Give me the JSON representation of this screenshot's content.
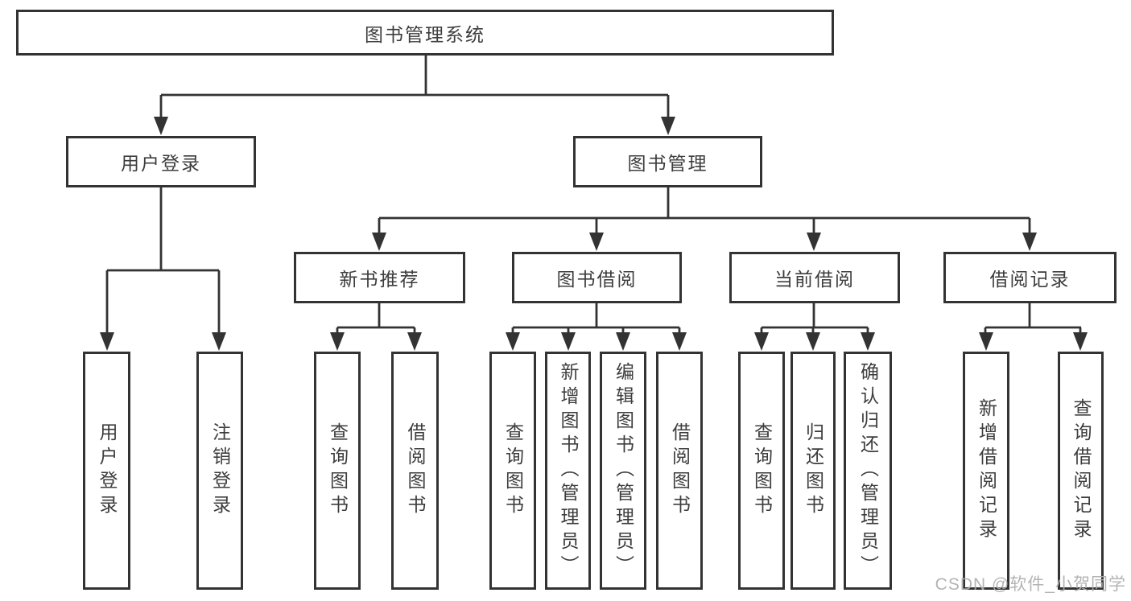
{
  "tree": {
    "label": "图书管理系统",
    "children": [
      {
        "label": "用户登录",
        "children": [
          {
            "label": "用户登录"
          },
          {
            "label": "注销登录"
          }
        ]
      },
      {
        "label": "图书管理",
        "children": [
          {
            "label": "新书推荐",
            "children": [
              {
                "label": "查询图书"
              },
              {
                "label": "借阅图书"
              }
            ]
          },
          {
            "label": "图书借阅",
            "children": [
              {
                "label": "查询图书"
              },
              {
                "label": "新增图书（管理员）"
              },
              {
                "label": "编辑图书（管理员）"
              },
              {
                "label": "借阅图书"
              }
            ]
          },
          {
            "label": "当前借阅",
            "children": [
              {
                "label": "查询图书"
              },
              {
                "label": "归还图书"
              },
              {
                "label": "确认归还（管理员）"
              }
            ]
          },
          {
            "label": "借阅记录",
            "children": [
              {
                "label": "新增借阅记录"
              },
              {
                "label": "查询借阅记录"
              }
            ]
          }
        ]
      }
    ]
  },
  "watermark": {
    "text": "CSDN @软件_小贺同学"
  },
  "colors": {
    "line": "#333333",
    "node_border": "#333333",
    "node_text": "#3d3d3d",
    "background": "#ffffff",
    "watermark": "#aeaeae"
  }
}
